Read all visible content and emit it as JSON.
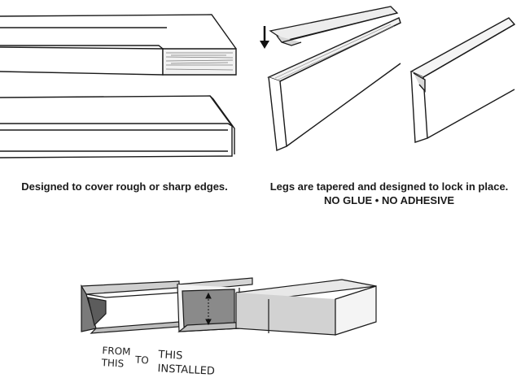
{
  "captions": {
    "left": "Designed to cover rough or sharp edges.",
    "right_line1": "Legs are tapered and designed to lock in place.",
    "right_line2": "NO GLUE • NO ADHESIVE"
  },
  "labels": {
    "from_line1": "FROM",
    "from_line2": "THIS",
    "to": "TO",
    "this_line1": "THIS",
    "this_line2": "INSTALLED"
  },
  "icons": {
    "arrow": "down-arrow-icon"
  },
  "colors": {
    "line": "#1a1a1a",
    "trim_fill": "#bdbdbd",
    "board_fill": "#e0e0e0",
    "dark_fill": "#6e6e6e"
  }
}
